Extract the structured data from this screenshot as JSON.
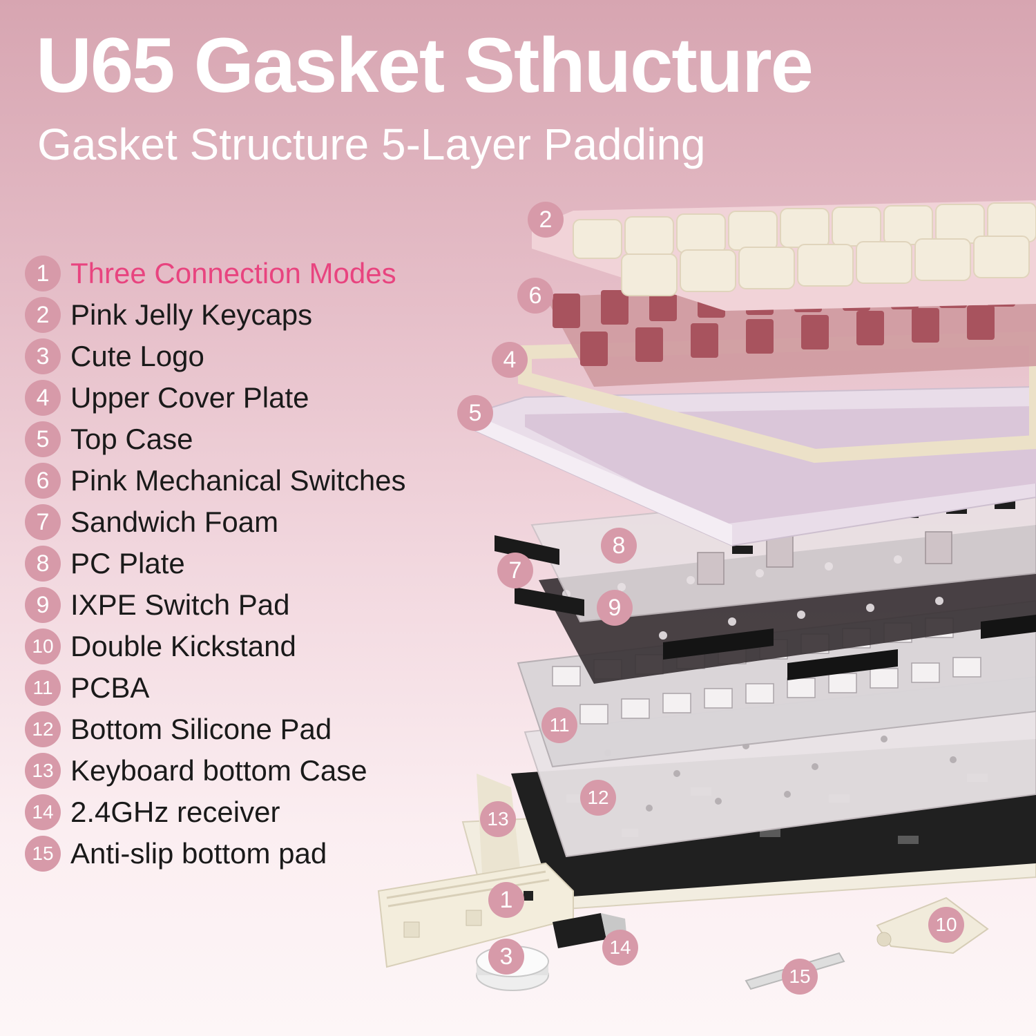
{
  "title": "U65 Gasket Sthucture",
  "subtitle": "Gasket Structure 5-Layer Padding",
  "highlight_color": "#e8447f",
  "badge_color": "#d79aa9",
  "legend": [
    {
      "num": "1",
      "label": "Three Connection Modes"
    },
    {
      "num": "2",
      "label": "Pink Jelly Keycaps"
    },
    {
      "num": "3",
      "label": "Cute Logo"
    },
    {
      "num": "4",
      "label": "Upper Cover Plate"
    },
    {
      "num": "5",
      "label": "Top Case"
    },
    {
      "num": "6",
      "label": "Pink Mechanical Switches"
    },
    {
      "num": "7",
      "label": "Sandwich Foam"
    },
    {
      "num": "8",
      "label": "PC Plate"
    },
    {
      "num": "9",
      "label": "IXPE Switch Pad"
    },
    {
      "num": "10",
      "label": "Double Kickstand"
    },
    {
      "num": "11",
      "label": "PCBA"
    },
    {
      "num": "12",
      "label": "Bottom Silicone Pad"
    },
    {
      "num": "13",
      "label": "Keyboard bottom Case"
    },
    {
      "num": "14",
      "label": "2.4GHz receiver"
    },
    {
      "num": "15",
      "label": "Anti-slip bottom pad"
    }
  ],
  "callouts": [
    "2",
    "6",
    "4",
    "5",
    "8",
    "7",
    "9",
    "11",
    "12",
    "13",
    "1",
    "14",
    "3",
    "10",
    "15"
  ]
}
